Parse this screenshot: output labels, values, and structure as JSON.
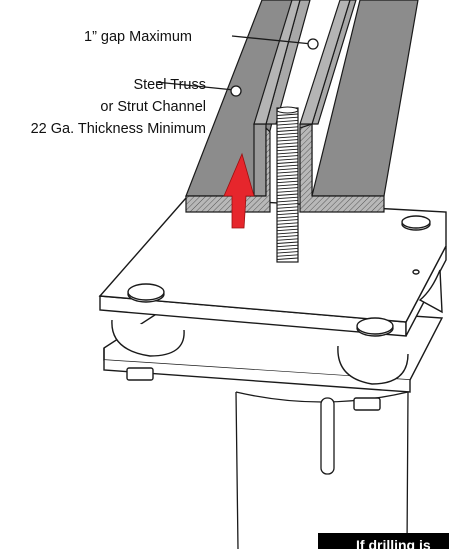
{
  "labels": {
    "gap": "1” gap Maximum",
    "steel_line1": "Steel Truss",
    "steel_line2": "or Strut Channel",
    "steel_line3": "22 Ga. Thickness Minimum"
  },
  "banner_text": "If drilling is",
  "colors": {
    "steel_fill": "#8c8c8c",
    "steel_light": "#a8a8a8",
    "steel_cut": "#b0b0b0",
    "arrow": "#e6262c",
    "stroke": "#1a1a1a",
    "banner": "#000000"
  }
}
